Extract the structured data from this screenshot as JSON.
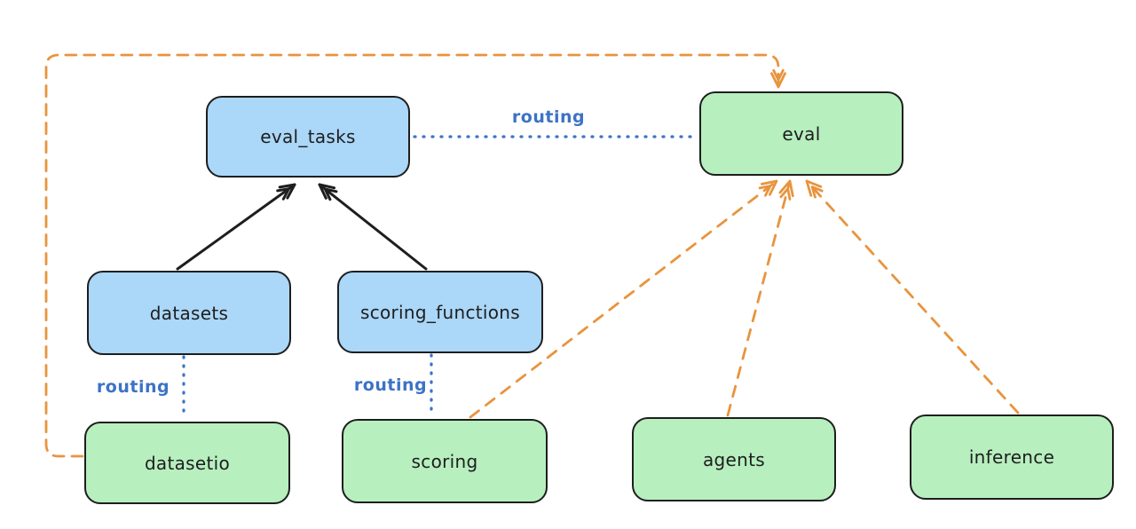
{
  "diagram": {
    "nodes": {
      "eval_tasks": {
        "label": "eval_tasks",
        "kind": "resource"
      },
      "eval": {
        "label": "eval",
        "kind": "api"
      },
      "datasets": {
        "label": "datasets",
        "kind": "resource"
      },
      "scoring_functions": {
        "label": "scoring_functions",
        "kind": "resource"
      },
      "datasetio": {
        "label": "datasetio",
        "kind": "api"
      },
      "scoring": {
        "label": "scoring",
        "kind": "api"
      },
      "agents": {
        "label": "agents",
        "kind": "api"
      },
      "inference": {
        "label": "inference",
        "kind": "api"
      }
    },
    "routing_labels": {
      "eval_tasks_eval": "routing",
      "datasets_datasetio": "routing",
      "scoring_functions_scoring": "routing"
    },
    "edges": [
      {
        "from": "datasets",
        "to": "eval_tasks",
        "style": "solid-black-arrow"
      },
      {
        "from": "scoring_functions",
        "to": "eval_tasks",
        "style": "solid-black-arrow"
      },
      {
        "from": "eval_tasks",
        "to": "eval",
        "style": "dotted-blue",
        "label": "routing"
      },
      {
        "from": "datasets",
        "to": "datasetio",
        "style": "dotted-blue",
        "label": "routing"
      },
      {
        "from": "scoring_functions",
        "to": "scoring",
        "style": "dotted-blue",
        "label": "routing"
      },
      {
        "from": "datasetio",
        "to": "eval",
        "style": "dashed-orange-arrow"
      },
      {
        "from": "scoring",
        "to": "eval",
        "style": "dashed-orange-arrow"
      },
      {
        "from": "agents",
        "to": "eval",
        "style": "dashed-orange-arrow"
      },
      {
        "from": "inference",
        "to": "eval",
        "style": "dashed-orange-arrow"
      }
    ],
    "colors": {
      "background": "#ffffff",
      "resource_fill": "#abd7f8",
      "api_fill": "#b7efbf",
      "stroke": "#1e1e1e",
      "routing_blue": "#3c73c5",
      "orange": "#e8943e"
    }
  }
}
